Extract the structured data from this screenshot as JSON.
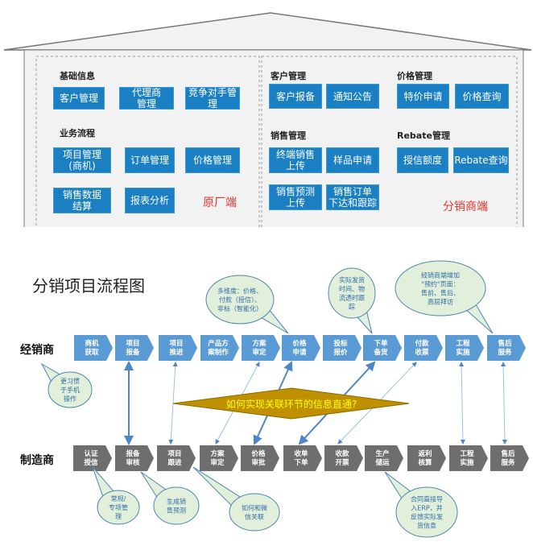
{
  "house": {
    "left": {
      "sections": [
        {
          "title": "基础信息",
          "buttons": [
            "客户管理",
            "代理商\n管理",
            "竞争对手管\n理"
          ]
        },
        {
          "title": "业务流程",
          "buttons": [
            "项目管理\n(商机)",
            "订单管理",
            "价格管理",
            "销售数据\n结算",
            "报表分析"
          ]
        }
      ],
      "label": "原厂端"
    },
    "right": {
      "sections": [
        {
          "title": "客户管理",
          "buttons": [
            "客户报备",
            "通知公告"
          ]
        },
        {
          "title": "价格管理",
          "buttons": [
            "特价申请",
            "价格查询"
          ]
        },
        {
          "title": "销售管理",
          "buttons": [
            "终端销售\n上传",
            "样品申请",
            "销售预测\n上传",
            "销售订单\n下达和跟踪"
          ]
        },
        {
          "title": "Rebate管理",
          "buttons": [
            "授信额度",
            "Rebate查询"
          ]
        }
      ],
      "label": "分销商端"
    }
  },
  "flow": {
    "title": "分销项目流程图",
    "row_labels": [
      "经销商",
      "制造商"
    ],
    "top_steps": [
      [
        "商机",
        "获取"
      ],
      [
        "项目",
        "报备"
      ],
      [
        "项目",
        "推进"
      ],
      [
        "产品方",
        "案制作"
      ],
      [
        "方案",
        "审定"
      ],
      [
        "价格",
        "申请"
      ],
      [
        "投标",
        "报价"
      ],
      [
        "下单",
        "备货"
      ],
      [
        "付款",
        "收票"
      ],
      [
        "工程",
        "实施"
      ],
      [
        "售后",
        "服务"
      ]
    ],
    "bottom_steps": [
      [
        "认证",
        "授信"
      ],
      [
        "报备",
        "审核"
      ],
      [
        "项目",
        "跟进"
      ],
      [
        "方案",
        "审定"
      ],
      [
        "价格",
        "审批"
      ],
      [
        "收单",
        "下单"
      ],
      [
        "收款",
        "开票"
      ],
      [
        "生产",
        "储运"
      ],
      [
        "返利",
        "核算"
      ],
      [
        "工程",
        "实施"
      ],
      [
        "售后",
        "服务"
      ]
    ],
    "question": "如何实现关联环节的信息直通?",
    "callouts": [
      [
        "多维度：价格、",
        "付款（授信）、",
        "非标（智能化）"
      ],
      [
        "实际发货",
        "时间、物",
        "流透时跟",
        "踪"
      ],
      [
        "经销商端增加",
        "\"预约\"页面：",
        "售前、售后、",
        "高层拜访"
      ],
      [
        "更习惯",
        "于手机",
        "操作"
      ],
      [
        "常规/",
        "专项管",
        "理"
      ],
      [
        "生成销",
        "售预测"
      ],
      [
        "如何和微",
        "信关联"
      ],
      [
        "合同直接导",
        "入ERP，并",
        "反馈实际发",
        "货信息"
      ]
    ],
    "colors": {
      "top": "#5b9bd5",
      "bottom": "#6e6e6e",
      "diamond": "#bf9000",
      "question": "#ffff00",
      "bubble": "#e2efda",
      "bubble_stroke": "#4a86b8"
    }
  }
}
